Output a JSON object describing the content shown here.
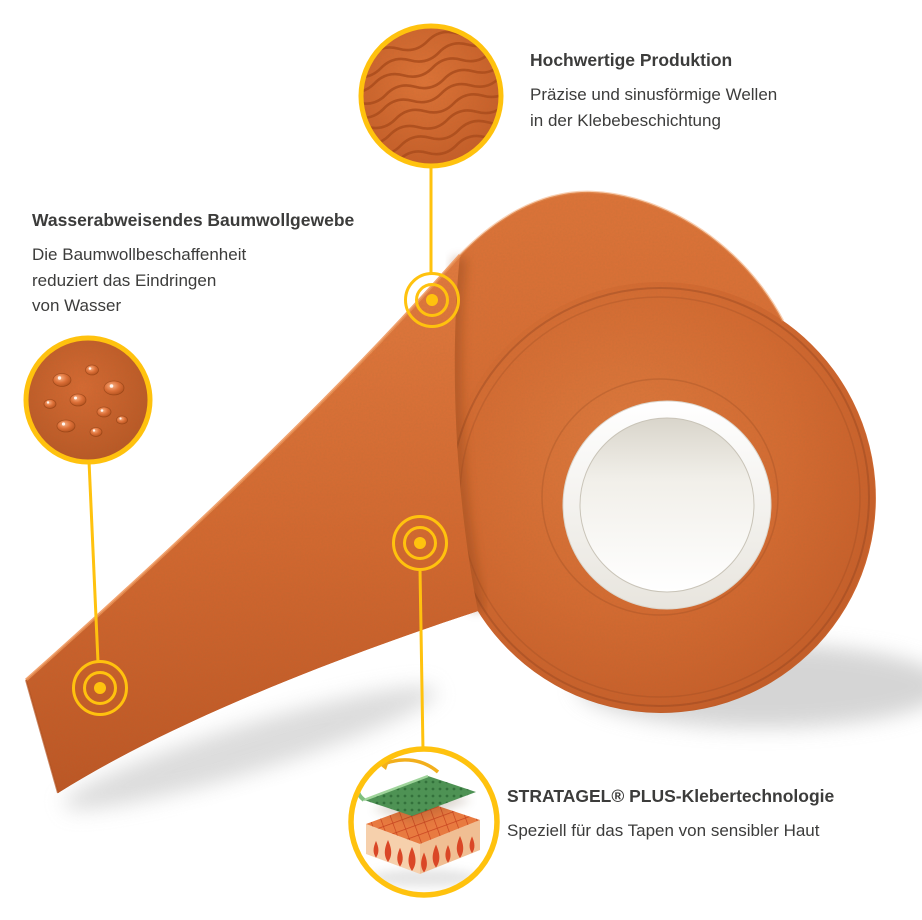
{
  "colors": {
    "accent_yellow": "#FFC20E",
    "tape_orange": "#D4672F",
    "tape_orange_dark": "#B04E1E",
    "text_dark": "#3C3C3B"
  },
  "callouts": {
    "production": {
      "title": "Hochwertige Produktion",
      "lines": [
        "Präzise und sinusförmige Wellen",
        "in der Klebebeschichtung"
      ]
    },
    "cotton": {
      "title": "Wasserabweisendes Baumwollgewebe",
      "lines": [
        "Die Baumwollbeschaffenheit",
        "reduziert das Eindringen",
        "von Wasser"
      ]
    },
    "adhesive": {
      "title": "STRATAGEL® PLUS-Klebertechnologie",
      "lines": [
        "Speziell für das Tapen von sensibler Haut"
      ]
    }
  },
  "icons": {
    "target_marker": "concentric-yellow-circles",
    "zoom_production": "adhesive-wave-closeup",
    "zoom_cotton": "water-droplets-closeup",
    "zoom_adhesive": "adhesive-layer-closeup"
  }
}
